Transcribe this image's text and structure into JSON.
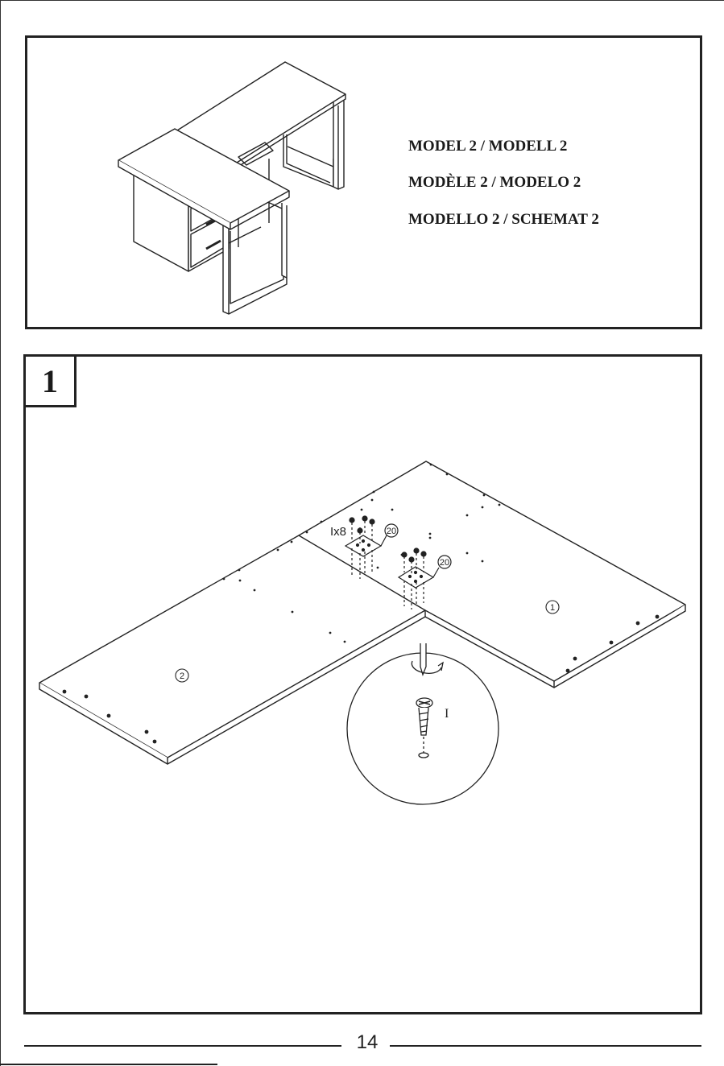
{
  "model": {
    "titles": [
      "MODEL 2 / MODELL 2",
      "MODÈLE 2 / MODELO 2",
      "MODELLO 2 / SCHEMAT 2"
    ]
  },
  "step": {
    "number": "1",
    "hardware_label": "Ix8",
    "bracket_part": "20",
    "panel_1": "1",
    "panel_2": "2",
    "screw_label": "I"
  },
  "footer": {
    "page_number": "14"
  }
}
